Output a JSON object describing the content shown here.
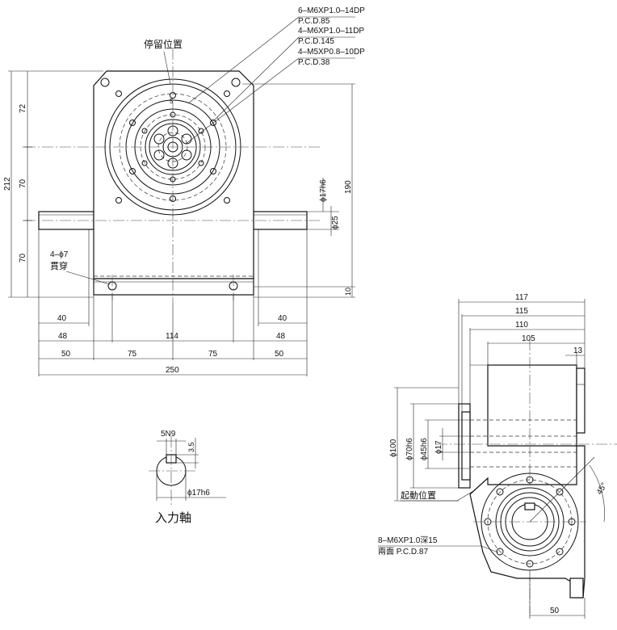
{
  "front_view": {
    "stop_position": "停留位置",
    "callout_1": {
      "thread": "6–M6XP1.0–14DP",
      "pcd": "P.C.D.85"
    },
    "callout_2": {
      "thread": "4–M6XP1.0–11DP",
      "pcd": "P.C.D.145"
    },
    "callout_3": {
      "thread": "4–M5XP0.8–10DP",
      "pcd": "P.C.D.38"
    },
    "hole_callout": {
      "qty": "4–ϕ7",
      "note": "貫穿"
    },
    "dims": {
      "d72": "72",
      "d70_upper": "70",
      "d70_lower": "70",
      "d212": "212",
      "d190": "190",
      "d10": "10",
      "d17h6": "ϕ17h6",
      "d25": "ϕ25",
      "d40_left": "40",
      "d40_right": "40",
      "d48_left": "48",
      "d114": "114",
      "d48_right": "48",
      "d50_left": "50",
      "d75_left": "75",
      "d75_right": "75",
      "d50_right": "50",
      "d250": "250",
      "d5": "5"
    }
  },
  "shaft_detail": {
    "keyway": "5N9",
    "depth": "3.5",
    "diameter": "ϕ17h6",
    "title": "入力軸"
  },
  "side_view": {
    "dims": {
      "d117": "117",
      "d115": "115",
      "d110": "110",
      "d105": "105",
      "d13": "13",
      "d100": "ϕ100",
      "d70h6": "ϕ70h6",
      "d45h6": "ϕ45h6",
      "d17": "ϕ17",
      "angle45": "45°",
      "d50": "50"
    },
    "start_position": "起動位置",
    "tap_callout": {
      "thread": "8–M6XP1.0深15",
      "pcd": "兩面 P.C.D.87"
    }
  }
}
